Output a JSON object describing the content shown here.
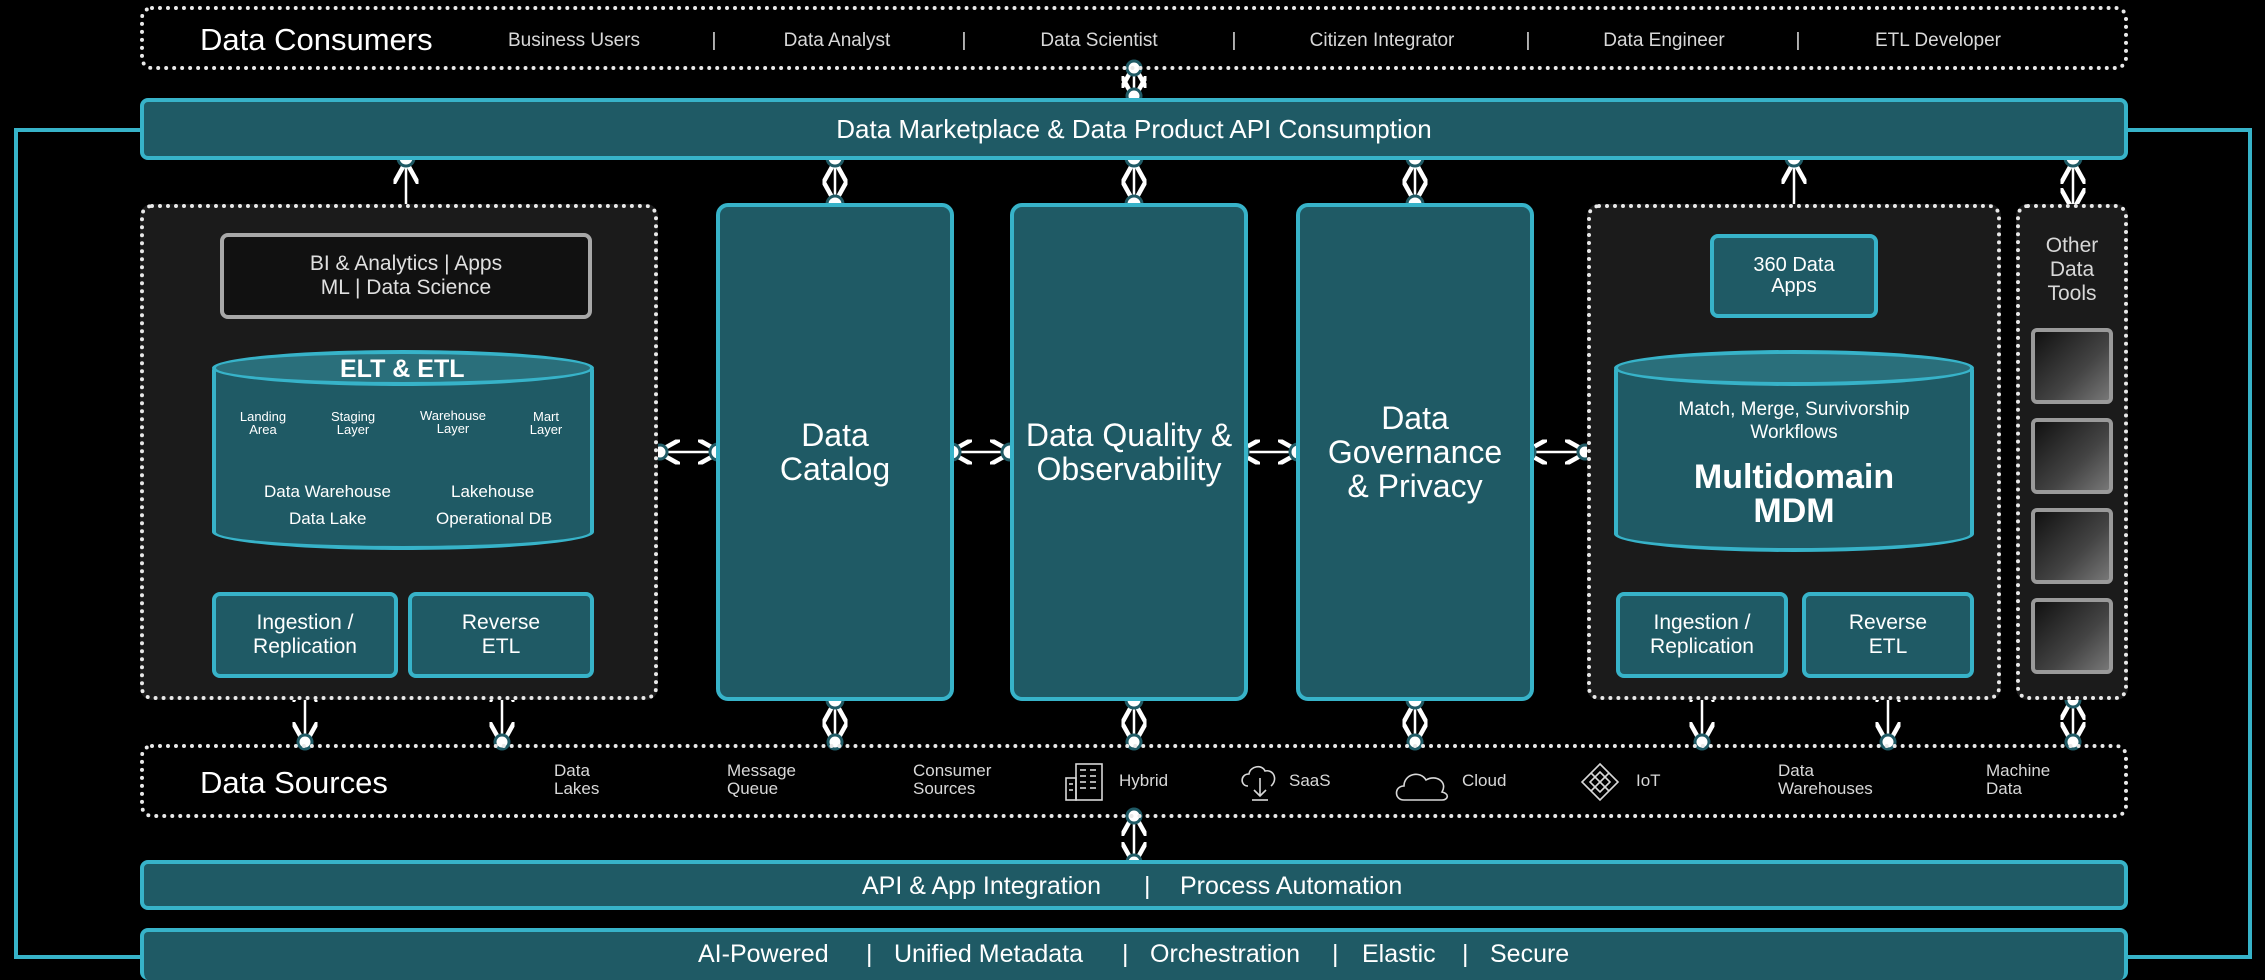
{
  "consumers": {
    "title": "Data Consumers",
    "items": [
      "Business Users",
      "Data Analyst",
      "Data Scientist",
      "Citizen Integrator",
      "Data Engineer",
      "ETL Developer"
    ],
    "separator": "|"
  },
  "marketplace": {
    "label": "Data Marketplace & Data Product API Consumption"
  },
  "left_group": {
    "bi_line1": "BI & Analytics | Apps",
    "bi_line2": "ML | Data Science",
    "elt_title": "ELT & ETL",
    "layers": [
      "Landing\nArea",
      "Staging\nLayer",
      "Warehouse\nLayer",
      "Mart\nLayer"
    ],
    "stores": [
      "Data Warehouse",
      "Lakehouse",
      "Data Lake",
      "Operational DB"
    ],
    "ingestion": "Ingestion /\nReplication",
    "reverse": "Reverse\nETL"
  },
  "pillars": {
    "catalog": "Data\nCatalog",
    "quality": "Data Quality &\nObservability",
    "governance": "Data\nGovernance\n& Privacy"
  },
  "mdm_group": {
    "apps": "360 Data\nApps",
    "workflows": "Match, Merge, Survivorship\nWorkflows",
    "title": "Multidomain\nMDM",
    "ingestion": "Ingestion /\nReplication",
    "reverse": "Reverse\nETL"
  },
  "other_tools": {
    "label": "Other\nData\nTools"
  },
  "sources": {
    "title": "Data Sources",
    "items": [
      {
        "label": "Data\nLakes",
        "icon": ""
      },
      {
        "label": "Message\nQueue",
        "icon": ""
      },
      {
        "label": "Consumer\nSources",
        "icon": ""
      },
      {
        "label": "Hybrid",
        "icon": "building-icon"
      },
      {
        "label": "SaaS",
        "icon": "cloud-download-icon"
      },
      {
        "label": "Cloud",
        "icon": "cloud-icon"
      },
      {
        "label": "IoT",
        "icon": "iot-icon"
      },
      {
        "label": "Data\nWarehouses",
        "icon": ""
      },
      {
        "label": "Machine\nData",
        "icon": ""
      }
    ]
  },
  "integration": {
    "left": "API & App Integration",
    "sep": "|",
    "right": "Process Automation"
  },
  "footer": {
    "items": [
      "AI-Powered",
      "Unified Metadata",
      "Orchestration",
      "Elastic",
      "Secure"
    ],
    "sep": "|"
  },
  "colors": {
    "teal_fill": "#1f5a65",
    "teal_border": "#37b3c9",
    "frame": "#37b3c9"
  }
}
